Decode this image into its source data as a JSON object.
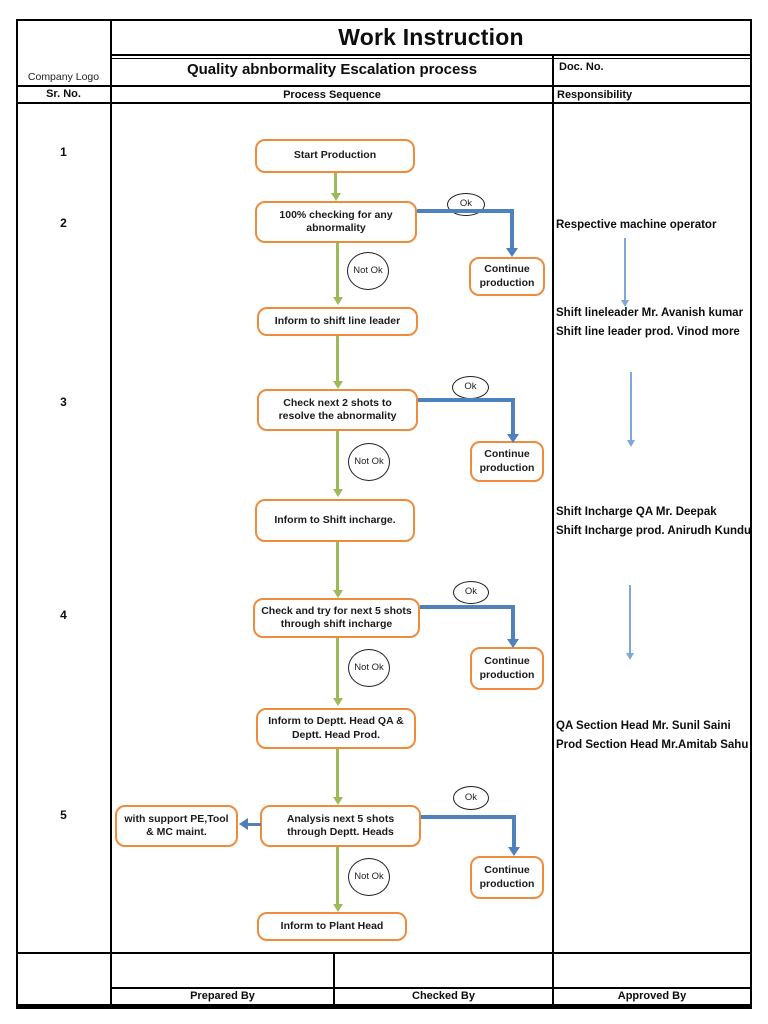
{
  "header": {
    "title": "Work Instruction",
    "subtitle": "Quality abnbormality Escalation process",
    "doc_no_label": "Doc. No.",
    "company_logo_label": "Company Logo"
  },
  "columns": {
    "sr_no": "Sr. No.",
    "process": "Process Sequence",
    "responsibility": "Responsibility"
  },
  "sr_numbers": [
    "1",
    "2",
    "3",
    "4",
    "5"
  ],
  "flowchart": {
    "start": "Start Production",
    "checking": "100% checking for any abnormality",
    "ok": "Ok",
    "not_ok": "Not Ok",
    "continue_production": "Continue production",
    "inform_line_leader": "Inform to shift line leader",
    "check_2_shots": "Check next 2 shots to resolve the abnormality",
    "inform_shift_incharge": "Inform to Shift incharge.",
    "check_5_shots": "Check and try for next 5 shots through shift incharge",
    "inform_deptt_head": "Inform to Deptt. Head QA & Deptt. Head Prod.",
    "analysis": "Analysis next 5 shots through Deptt. Heads",
    "with_support": "with support PE,Tool & MC maint.",
    "inform_plant_head": "Inform to Plant Head"
  },
  "responsibilities": [
    "Respective machine operator",
    "Shift lineleader Mr. Avanish kumar",
    "Shift line leader prod. Vinod more",
    "Shift Incharge QA Mr. Deepak",
    "Shift Incharge prod. Anirudh Kundu",
    "QA Section Head Mr. Sunil Saini",
    "Prod Section Head Mr.Amitab Sahu"
  ],
  "footer": {
    "prepared": "Prepared By",
    "checked": "Checked By",
    "approved": "Approved By"
  },
  "colors": {
    "box_border": "#EE8C3E",
    "green_arrow": "#9BBB59",
    "blue_arrow": "#4F81BD",
    "thin_arrow": "#7FA8D9"
  }
}
